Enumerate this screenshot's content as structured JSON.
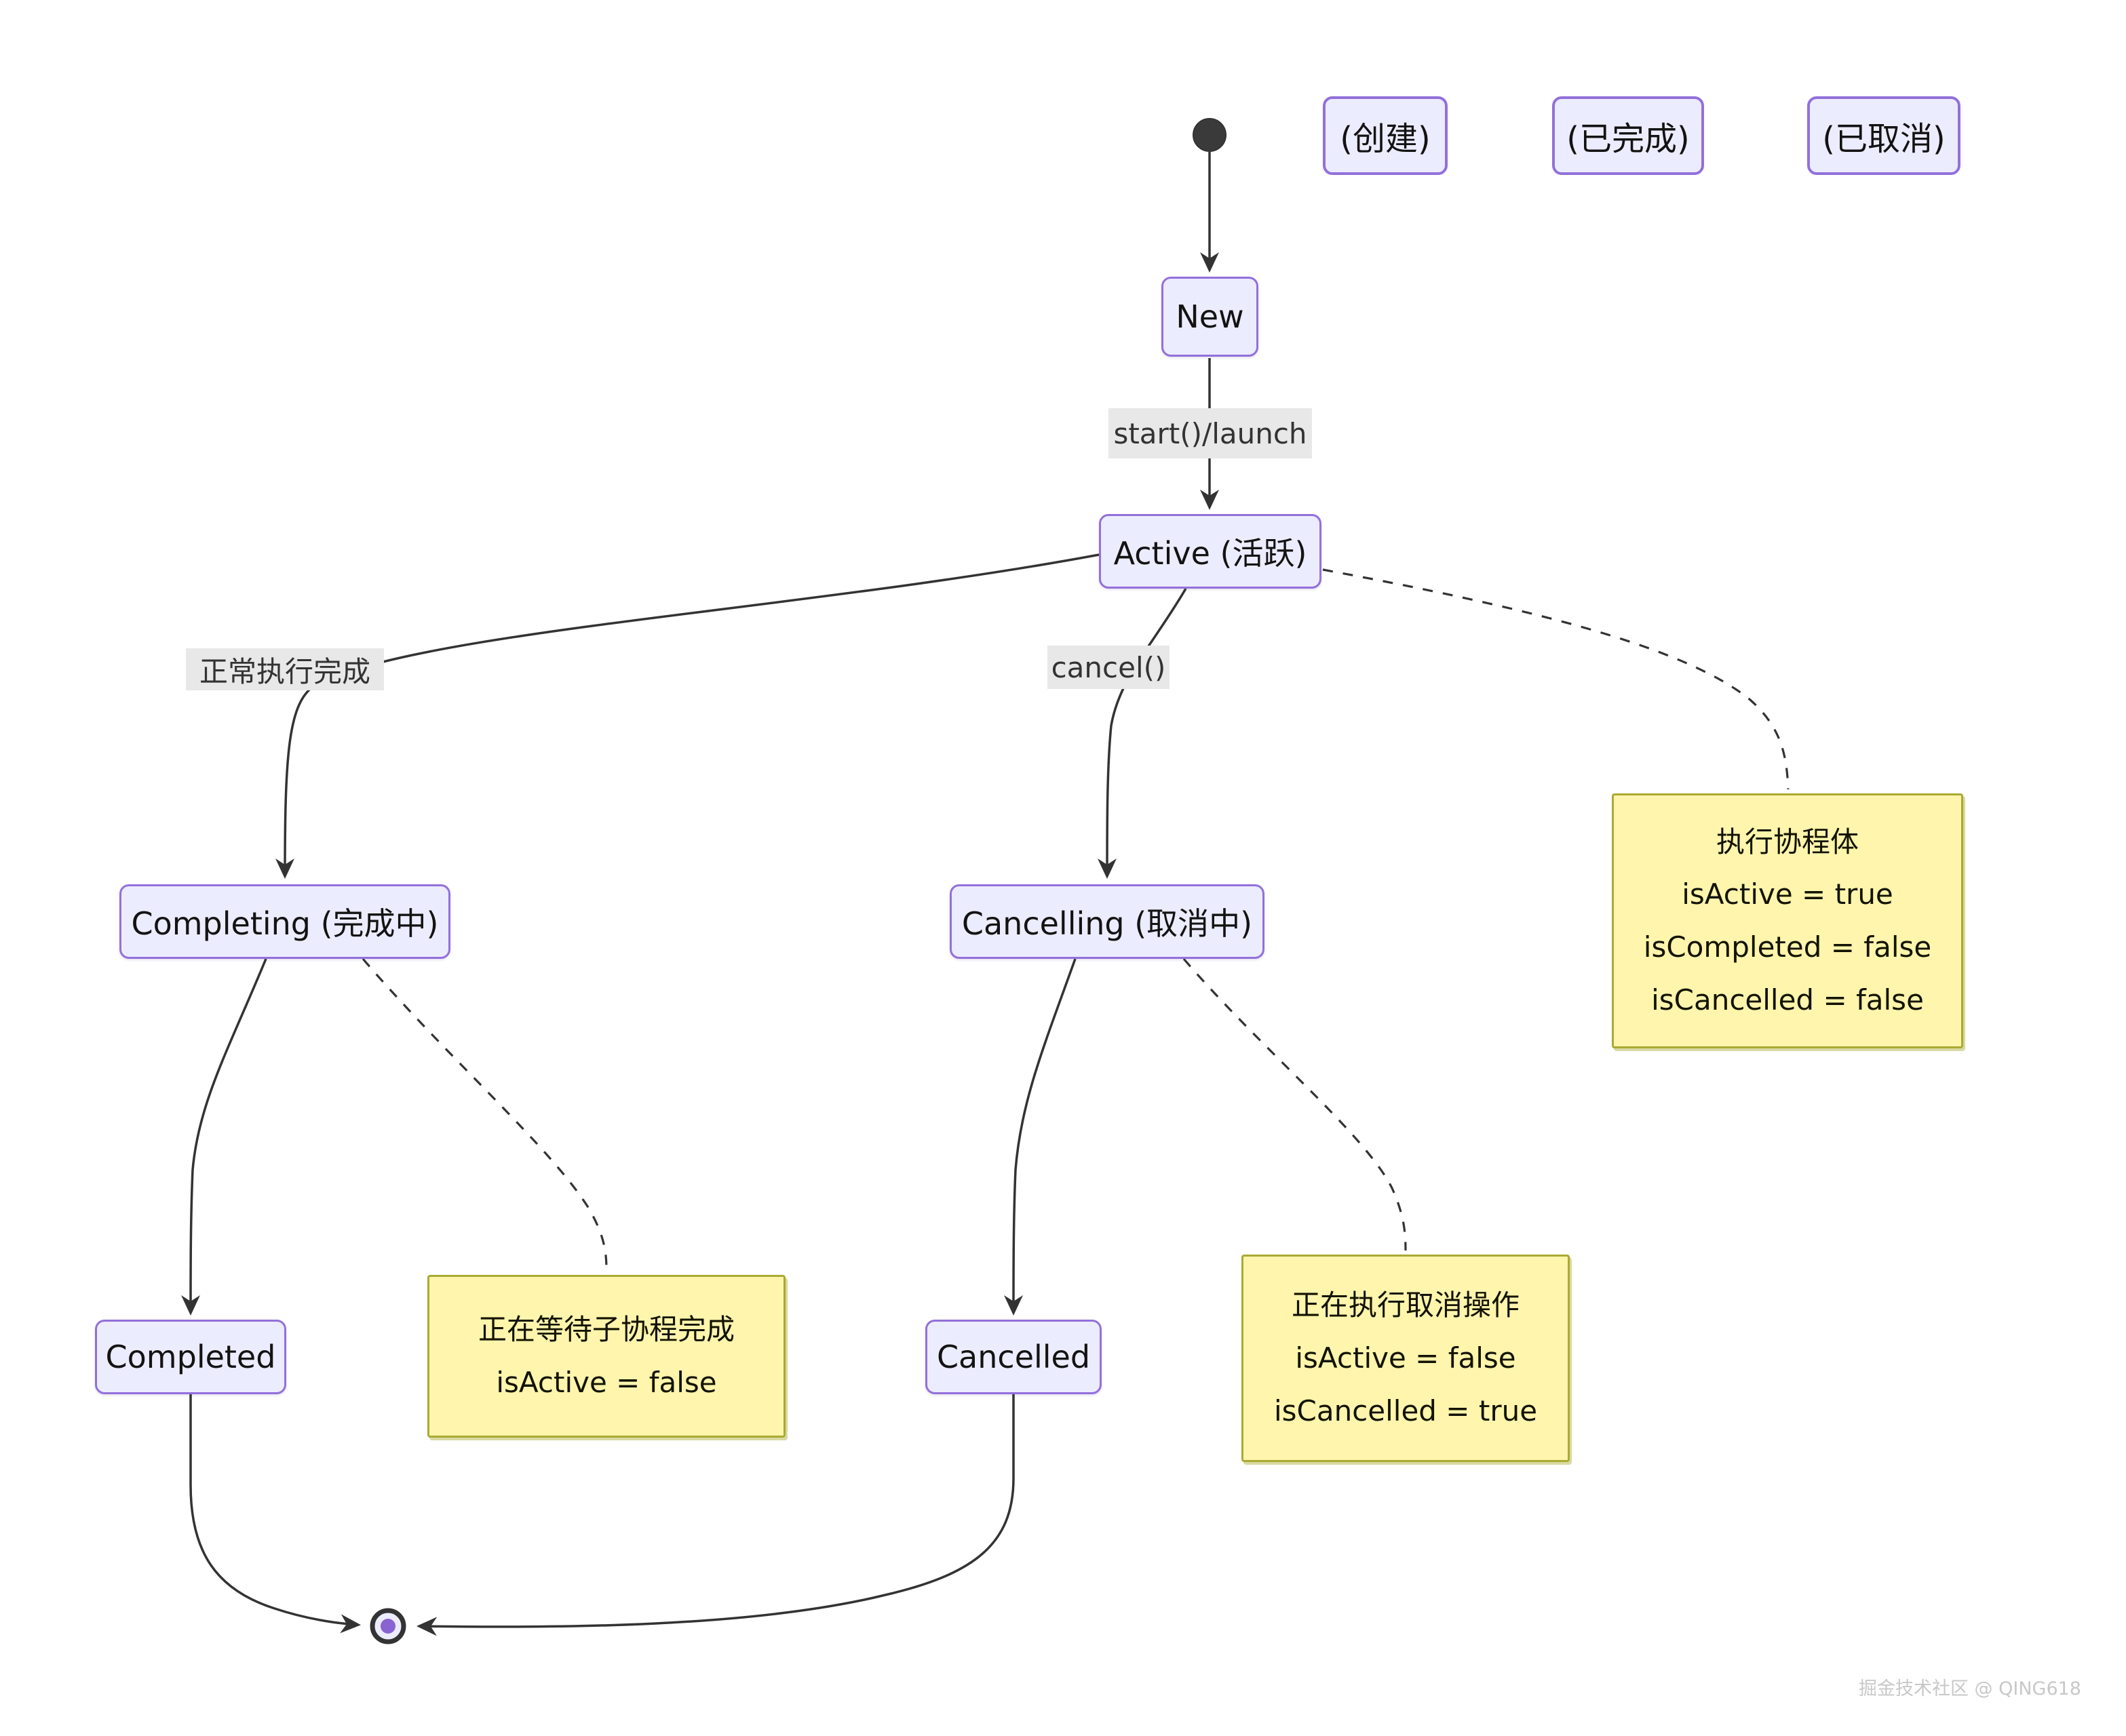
{
  "diagram": {
    "type": "state-diagram",
    "states": {
      "new": "New",
      "active": "Active (活跃)",
      "completing": "Completing (完成中)",
      "cancelling": "Cancelling (取消中)",
      "completed": "Completed",
      "cancelled": "Cancelled"
    },
    "annotations": {
      "created": "(创建)",
      "finished": "(已完成)",
      "cancelled": "(已取消)"
    },
    "edge_labels": {
      "start_launch": "start()/launch",
      "normal_completion": "正常执行完成",
      "cancel": "cancel()"
    },
    "notes": {
      "active": {
        "lines": [
          "执行协程体",
          "isActive = true",
          "isCompleted = false",
          "isCancelled = false"
        ]
      },
      "completing": {
        "lines": [
          "正在等待子协程完成",
          "isActive = false"
        ]
      },
      "cancelling": {
        "lines": [
          "正在执行取消操作",
          "isActive = false",
          "isCancelled = true"
        ]
      }
    },
    "watermark": "掘金技术社区 @ QING618",
    "colors": {
      "background": "#FFFFFF",
      "state_fill": "#ECECFF",
      "state_border": "#9370DB",
      "note_fill": "#FFF5AD",
      "note_border": "#AAAA33",
      "edge_stroke": "#333333",
      "edge_label_bg": "#E8E8E8",
      "initial_dot": "#3A3A3A",
      "final_inner_dot": "#8A63D2",
      "watermark_text": "#C9C7C7"
    }
  }
}
